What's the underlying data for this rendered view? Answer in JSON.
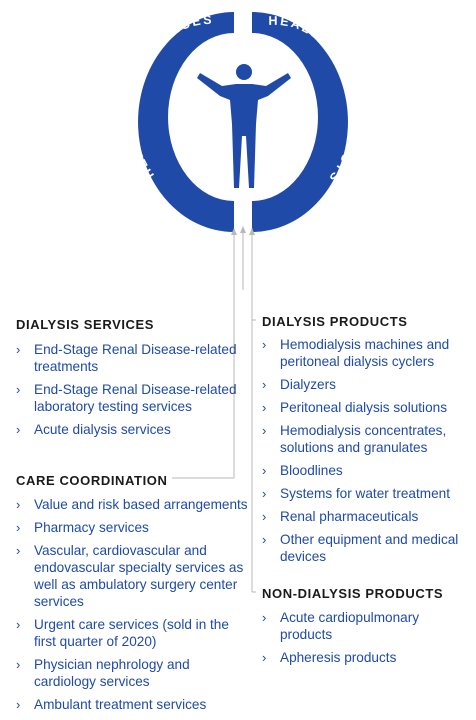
{
  "top_left_arc": {
    "label": "HEALTH CARE SERVICES"
  },
  "top_right_arc": {
    "label": "HEALTH CARE PRODUCTS"
  },
  "dialysis_services": {
    "title": "DIALYSIS SERVICES",
    "items": [
      "End-Stage Renal Disease-related treatments",
      "End-Stage Renal Disease-related laboratory testing services",
      "Acute dialysis services"
    ]
  },
  "care_coordination": {
    "title": "CARE COORDINATION",
    "items": [
      "Value and risk based arrangements",
      "Pharmacy services",
      "Vascular, cardiovascular and endovascular specialty services as well as ambulatory surgery center services",
      "Urgent care services (sold in the first quarter of 2020)",
      "Physician nephrology and cardiology services",
      "Ambulant treatment services"
    ]
  },
  "dialysis_products": {
    "title": "DIALYSIS PRODUCTS",
    "items": [
      "Hemodialysis machines and peritoneal dialysis cyclers",
      "Dialyzers",
      "Peritoneal dialysis solutions",
      "Hemodialysis concentrates, solutions and granulates",
      "Bloodlines",
      "Systems for water treatment",
      "Renal pharmaceuticals",
      "Other equipment and medical devices"
    ]
  },
  "non_dialysis_products": {
    "title": "NON-DIALYSIS PRODUCTS",
    "items": [
      "Acute cardiopulmonary products",
      "Apheresis products"
    ]
  },
  "colors": {
    "arc_blue": "#1f4aa8",
    "item_text": "#1f4aa8",
    "heading_text": "#1a1a1a",
    "connector": "#b8b8b8"
  }
}
